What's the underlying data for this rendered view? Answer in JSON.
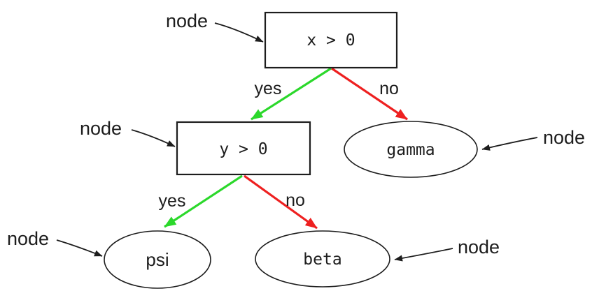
{
  "diagram": {
    "type": "decision-tree",
    "background": "#ffffff",
    "colors": {
      "yes_edge": "#2bd82b",
      "no_edge": "#ee2020",
      "outline": "#1d1d1d"
    },
    "nodes": [
      {
        "id": "root",
        "shape": "rect",
        "label": "x > 0"
      },
      {
        "id": "child",
        "shape": "rect",
        "label": "y > 0"
      },
      {
        "id": "gamma",
        "shape": "ellipse",
        "label": "gamma"
      },
      {
        "id": "psi",
        "shape": "ellipse",
        "label": "psi"
      },
      {
        "id": "beta",
        "shape": "ellipse",
        "label": "beta"
      }
    ],
    "edges": [
      {
        "from": "x > 0",
        "to": "y > 0",
        "label": "yes",
        "color": "green"
      },
      {
        "from": "x > 0",
        "to": "gamma",
        "label": "no",
        "color": "red"
      },
      {
        "from": "y > 0",
        "to": "psi",
        "label": "yes",
        "color": "green"
      },
      {
        "from": "y > 0",
        "to": "beta",
        "label": "no",
        "color": "red"
      }
    ],
    "annotations": [
      {
        "text": "node",
        "target": "x > 0"
      },
      {
        "text": "node",
        "target": "y > 0"
      },
      {
        "text": "node",
        "target": "gamma"
      },
      {
        "text": "node",
        "target": "psi"
      },
      {
        "text": "node",
        "target": "beta"
      }
    ]
  }
}
